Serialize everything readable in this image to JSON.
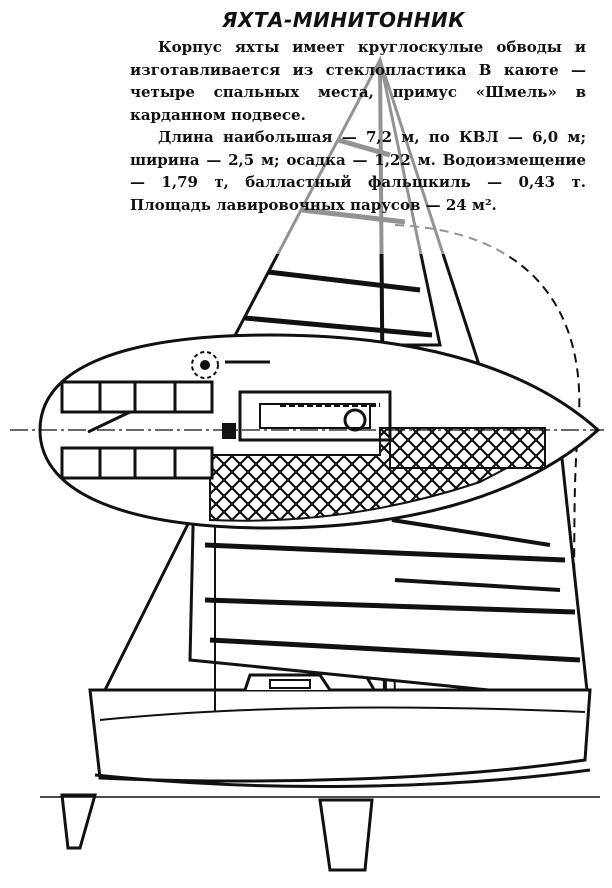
{
  "article": {
    "title": "ЯХТА-МИНИТОННИК",
    "paragraph1": "Корпус яхты имеет круглоскулые обводы и изготавливается из стеклопластика В каюте — четыре спальных места, примус «Шмель» в кардан­ном подвесе.",
    "paragraph2": "Длина наибольшая — 7,2 м, по КВЛ — 6,0 м; ширина — 2,5 м; осадка — 1,22 м. Водоизмещение — 1,79 т, балластный фальшкиль — 0,43 т. Площадь лавировочных парусов — 24 м²."
  },
  "figure": {
    "subject": "yacht-sail-plan-and-deck-plan",
    "line_color": "#111111",
    "fill_color": "#ffffff"
  }
}
